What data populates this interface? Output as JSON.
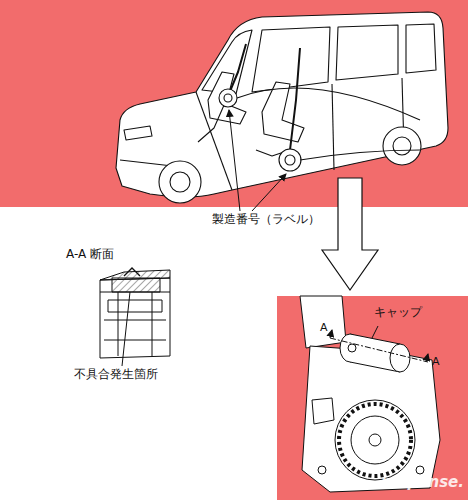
{
  "diagram": {
    "labels": [
      "製造番号（ラベル）",
      "A-A 断面",
      "不具合発生箇所",
      "キャップ",
      "A",
      "A",
      "response."
    ]
  }
}
